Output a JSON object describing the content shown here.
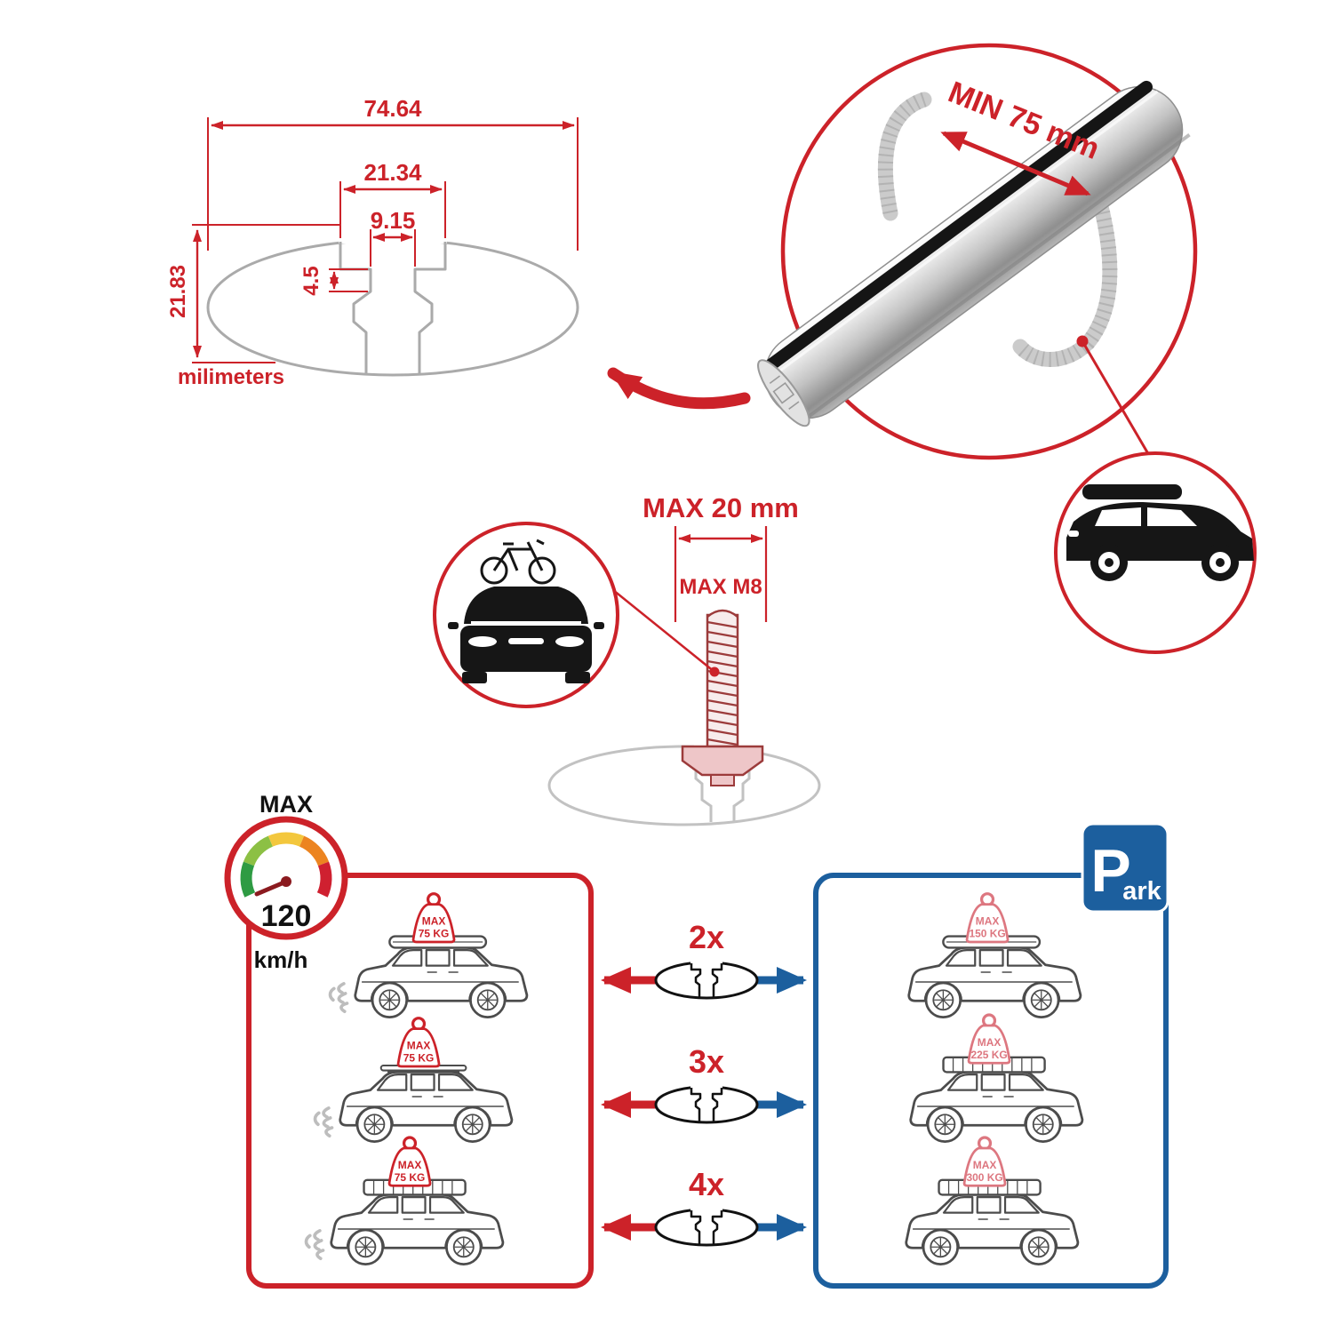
{
  "colors": {
    "accent_red": "#cc2229",
    "accent_blue": "#1c5f9e",
    "sign_red": "#cc2229",
    "sign_pink": "#dd7780",
    "profile_gray": "#aaaaaa",
    "bar_black": "#151515"
  },
  "profile_dimensions": {
    "total_width": "74.64",
    "channel_outer_width": "21.34",
    "channel_inner_width": "9.15",
    "lip_height": "4.5",
    "total_height": "21.83",
    "units_label": "milimeters"
  },
  "crossbar_detail": {
    "min_clamp_span": "MIN 75 mm"
  },
  "bolt_detail": {
    "max_channel_width": "MAX 20 mm",
    "max_thread": "MAX M8"
  },
  "speed_limit": {
    "label": "MAX",
    "value": "120",
    "units": "km/h"
  },
  "parking_sign": {
    "letter": "P",
    "suffix": "ark"
  },
  "comparison_rows": [
    {
      "count": "2x",
      "drive_load_label": "MAX",
      "drive_load": "75 KG",
      "park_load_label": "MAX",
      "park_load": "150 KG"
    },
    {
      "count": "3x",
      "drive_load_label": "MAX",
      "drive_load": "75 KG",
      "park_load_label": "MAX",
      "park_load": "225 KG"
    },
    {
      "count": "4x",
      "drive_load_label": "MAX",
      "drive_load": "75 KG",
      "park_load_label": "MAX",
      "park_load": "300 KG"
    }
  ]
}
